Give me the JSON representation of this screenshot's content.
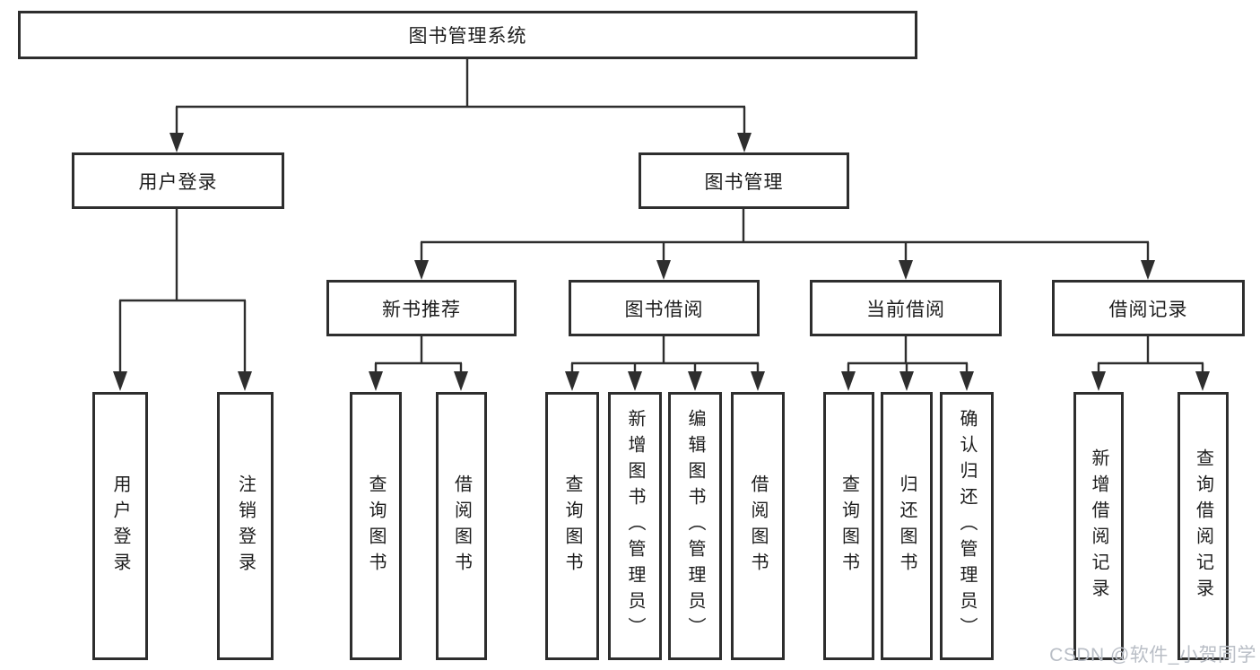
{
  "colors": {
    "line": "#2e2e2e",
    "text": "#1d1d1d",
    "box-bg": "#ffffff",
    "watermark": "#b9bec6",
    "background": "#ffffff"
  },
  "watermark": {
    "text": "CSDN @软件_小贺同学"
  },
  "diagram": {
    "root": {
      "label": "图书管理系统"
    },
    "branches": [
      {
        "label": "用户登录",
        "children": [
          {
            "label": "用户登录"
          },
          {
            "label": "注销登录"
          }
        ]
      },
      {
        "label": "图书管理",
        "children": [
          {
            "label": "新书推荐",
            "children": [
              {
                "label": "查询图书"
              },
              {
                "label": "借阅图书"
              }
            ]
          },
          {
            "label": "图书借阅",
            "children": [
              {
                "label": "查询图书"
              },
              {
                "label": "新增图书（管理员）"
              },
              {
                "label": "编辑图书（管理员）"
              },
              {
                "label": "借阅图书"
              }
            ]
          },
          {
            "label": "当前借阅",
            "children": [
              {
                "label": "查询图书"
              },
              {
                "label": "归还图书"
              },
              {
                "label": "确认归还（管理员）"
              }
            ]
          },
          {
            "label": "借阅记录",
            "children": [
              {
                "label": "新增借阅记录"
              },
              {
                "label": "查询借阅记录"
              }
            ]
          }
        ]
      }
    ]
  }
}
